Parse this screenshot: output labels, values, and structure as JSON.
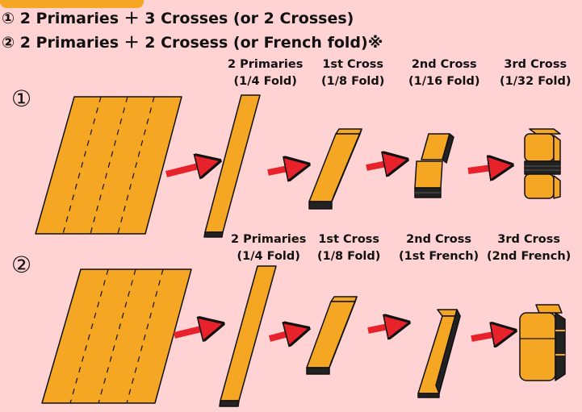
{
  "header": {
    "line1": "① 2 Primaries ＋ 3 Crosses (or 2 Crosses)",
    "line2": "② 2 Primaries ＋ 2 Crosess (or French fold)※"
  },
  "colors": {
    "background": "#ffd3d4",
    "paper": "#f5a623",
    "arrow": "#e8222a",
    "outline": "#111111"
  },
  "rows": [
    {
      "marker": "①",
      "steps": [
        {
          "title": "2 Primaries",
          "sub": "(1/4 Fold)"
        },
        {
          "title": "1st Cross",
          "sub": "(1/8 Fold)"
        },
        {
          "title": "2nd Cross",
          "sub": "(1/16 Fold)"
        },
        {
          "title": "3rd Cross",
          "sub": "(1/32 Fold)"
        }
      ]
    },
    {
      "marker": "②",
      "steps": [
        {
          "title": "2 Primaries",
          "sub": "(1/4 Fold)"
        },
        {
          "title": "1st Cross",
          "sub": "(1/8 Fold)"
        },
        {
          "title": "2nd Cross",
          "sub": "(1st French)"
        },
        {
          "title": "3rd Cross",
          "sub": "(2nd French)"
        }
      ]
    }
  ]
}
